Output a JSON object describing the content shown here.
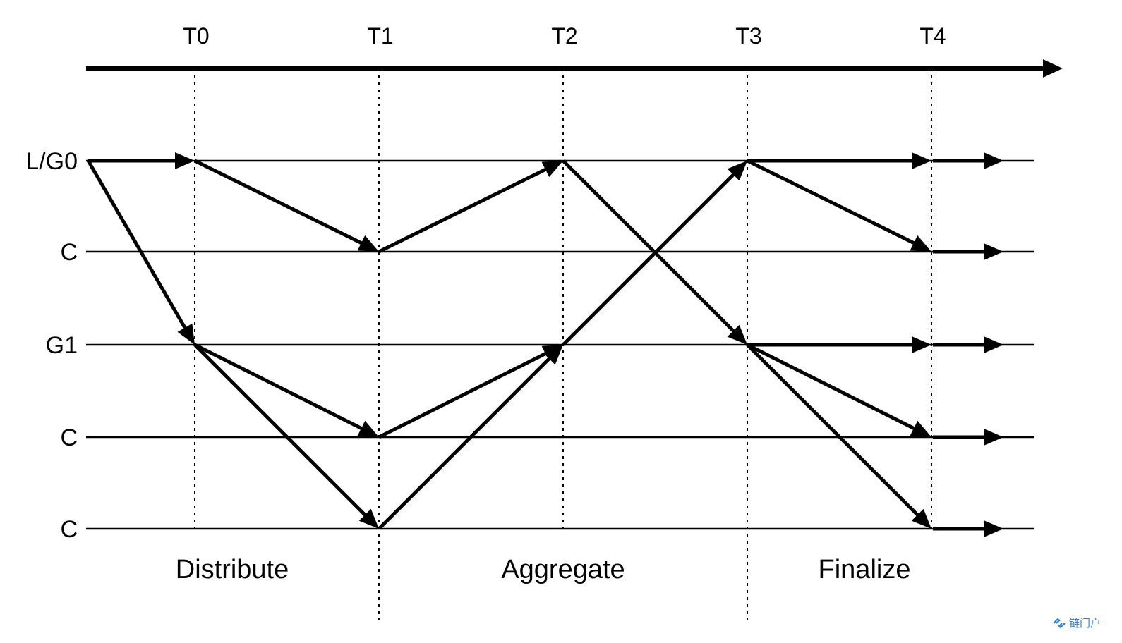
{
  "timeline": {
    "times": [
      "T0",
      "T1",
      "T2",
      "T3",
      "T4"
    ]
  },
  "rows": [
    "L/G0",
    "C",
    "G1",
    "C",
    "C"
  ],
  "phases": [
    "Distribute",
    "Aggregate",
    "Finalize"
  ],
  "edges": [
    {
      "from": [
        "start",
        0
      ],
      "to": [
        "T0",
        0
      ]
    },
    {
      "from": [
        "start",
        0
      ],
      "to": [
        "T0",
        2
      ]
    },
    {
      "from": [
        "T0",
        0
      ],
      "to": [
        "T1",
        1
      ]
    },
    {
      "from": [
        "T0",
        2
      ],
      "to": [
        "T1",
        3
      ]
    },
    {
      "from": [
        "T0",
        2
      ],
      "to": [
        "T1",
        4
      ]
    },
    {
      "from": [
        "T1",
        1
      ],
      "to": [
        "T2",
        0
      ]
    },
    {
      "from": [
        "T1",
        3
      ],
      "to": [
        "T2",
        2
      ]
    },
    {
      "from": [
        "T1",
        4
      ],
      "to": [
        "T2",
        2
      ]
    },
    {
      "from": [
        "T2",
        0
      ],
      "to": [
        "T3",
        2
      ]
    },
    {
      "from": [
        "T2",
        2
      ],
      "to": [
        "T3",
        0
      ]
    },
    {
      "from": [
        "T3",
        0
      ],
      "to": [
        "T4",
        0
      ]
    },
    {
      "from": [
        "T3",
        0
      ],
      "to": [
        "T4",
        1
      ]
    },
    {
      "from": [
        "T3",
        2
      ],
      "to": [
        "T4",
        2
      ]
    },
    {
      "from": [
        "T3",
        2
      ],
      "to": [
        "T4",
        3
      ]
    },
    {
      "from": [
        "T3",
        2
      ],
      "to": [
        "T4",
        4
      ]
    },
    {
      "from": [
        "T4",
        0
      ],
      "to": [
        "end",
        0
      ]
    },
    {
      "from": [
        "T4",
        1
      ],
      "to": [
        "end",
        1
      ]
    },
    {
      "from": [
        "T4",
        2
      ],
      "to": [
        "end",
        2
      ]
    },
    {
      "from": [
        "T4",
        3
      ],
      "to": [
        "end",
        3
      ]
    },
    {
      "from": [
        "T4",
        4
      ],
      "to": [
        "end",
        4
      ]
    }
  ],
  "watermark": {
    "text": "链门户",
    "icon": "chain-logo-icon",
    "color": "#2e7fd6"
  }
}
